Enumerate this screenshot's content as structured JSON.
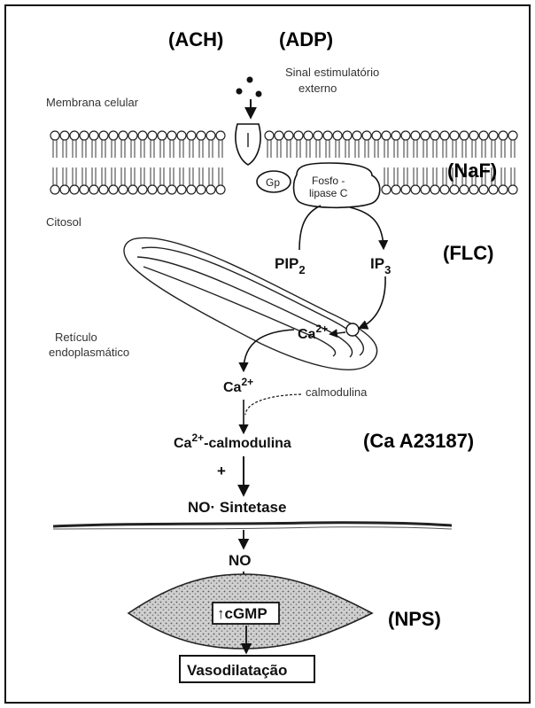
{
  "agonists": {
    "ach": "(ACH)",
    "adp": "(ADP)"
  },
  "signal_label": {
    "line1": "Sinal estimulatório",
    "line2": "externo"
  },
  "membrane_label": "Membrana celular",
  "cytosol_label": "Citosol",
  "gp_label": "Gp",
  "phospholipase": {
    "line1": "Fosfo -",
    "line2": "lipase C"
  },
  "naf": "(NaF)",
  "flc": "(FLC)",
  "pip2": {
    "base": "PIP",
    "sub": "2"
  },
  "ip3": {
    "base": "IP",
    "sub": "3"
  },
  "er_label": {
    "line1": "Retículo",
    "line2": "endoplasmático"
  },
  "ca_er": {
    "base": "Ca",
    "sup": "2+"
  },
  "ca_free": {
    "base": "Ca",
    "sup": "2+"
  },
  "calmodulina": "calmodulina",
  "ca_calmod": {
    "base": "Ca",
    "sup": "2+",
    "rest": "-calmodulina"
  },
  "ca_a23187": "(Ca A23187)",
  "plus": "+",
  "no_sintetase": "NO· Sintetase",
  "no": "NO",
  "cgmp": "↑cGMP",
  "nps": "(NPS)",
  "vasodilatacao": "Vasodilatação"
}
